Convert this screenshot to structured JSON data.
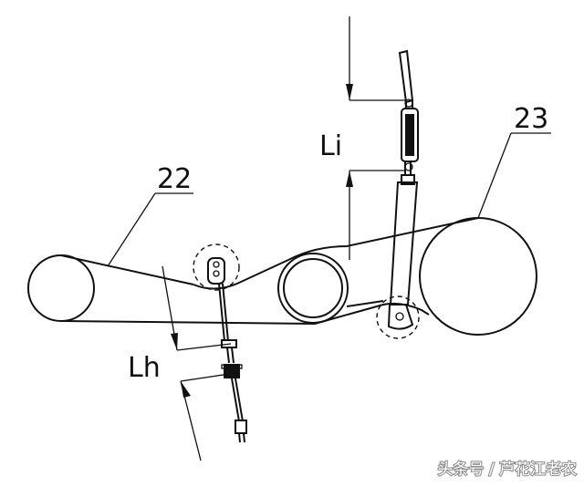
{
  "labels": {
    "belt_left": "22",
    "belt_right": "23",
    "length_upper": "Li",
    "length_lower": "Lh"
  },
  "watermark": "头条号 / 芦花江老农",
  "colors": {
    "line": "#111111",
    "background": "#ffffff",
    "watermark": "#ffffff"
  }
}
